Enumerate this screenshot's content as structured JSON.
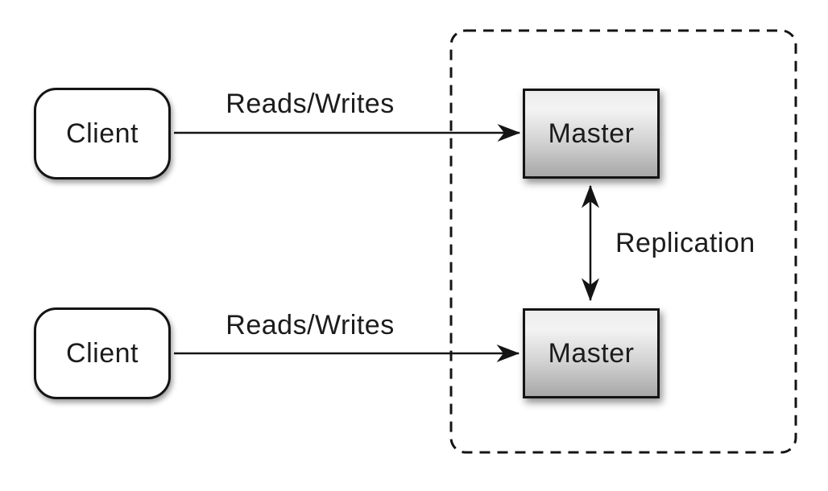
{
  "diagram": {
    "nodes": {
      "client_top": {
        "label": "Client"
      },
      "client_bottom": {
        "label": "Client"
      },
      "master_top": {
        "label": "Master"
      },
      "master_bottom": {
        "label": "Master"
      }
    },
    "edges": {
      "reads_writes_top": {
        "label": "Reads/Writes",
        "from": "client_top",
        "to": "master_top"
      },
      "reads_writes_bottom": {
        "label": "Reads/Writes",
        "from": "client_bottom",
        "to": "master_bottom"
      },
      "replication": {
        "label": "Replication",
        "from": "master_top",
        "to": "master_bottom",
        "bidirectional": true
      }
    },
    "colors": {
      "background": "#ffffff",
      "stroke": "#141414",
      "text": "#1c1c1c",
      "client_fill": "#ffffff",
      "master_gradient_top": "#f3f3f3",
      "master_gradient_bottom": "#a8a8a8"
    }
  }
}
